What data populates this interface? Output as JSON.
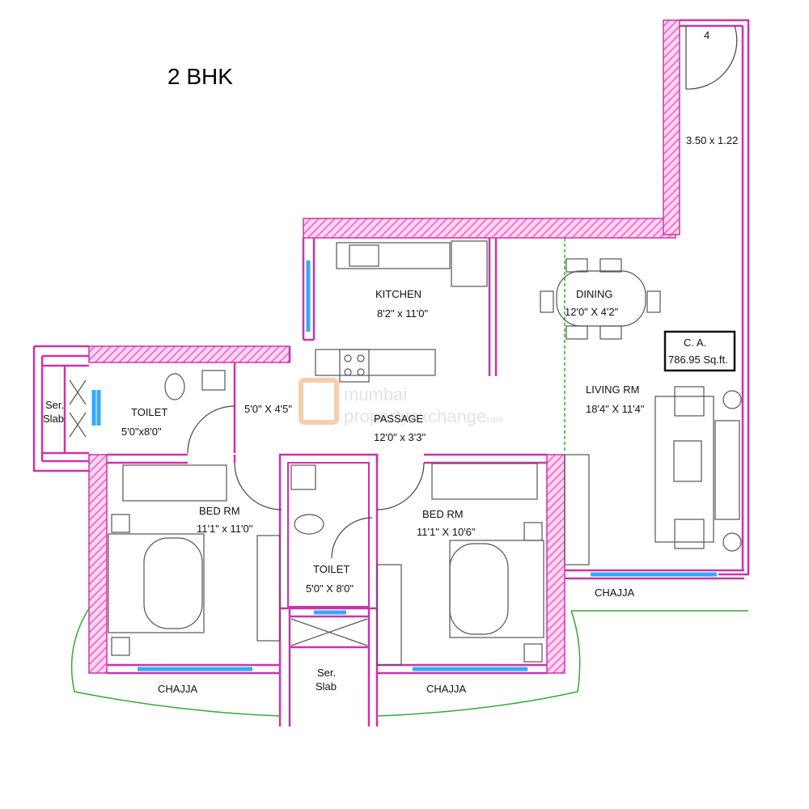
{
  "title": "2 BHK",
  "carpet_area": {
    "line1": "C. A.",
    "line2": "786.95 Sq.ft."
  },
  "rooms": {
    "kitchen": {
      "name": "KITCHEN",
      "size": "8'2\" x 11'0\""
    },
    "dining": {
      "name": "DINING",
      "size": "12'0\" X 4'2\""
    },
    "living": {
      "name": "LIVING RM",
      "size": "18'4\" X 11'4\""
    },
    "passage_size": "5'0\" X 4'5\"",
    "pantry": {
      "name": "PASSAGE",
      "size": "12'0\" x 3'3\""
    },
    "toilet_1": {
      "name": "TOILET",
      "size": "5'0\"x8'0\""
    },
    "toilet_2": {
      "name": "TOILET",
      "size": "5'0\" X 8'0\""
    },
    "bed_1": {
      "name": "BED RM",
      "size": "11'1\" x 11'0\""
    },
    "bed_2": {
      "name": "BED RM",
      "size": "11'1\" X 10'6\""
    },
    "ser_slab_1": {
      "line1": "Ser.",
      "line2": "Slab"
    },
    "ser_slab_2": {
      "line1": "Ser.",
      "line2": "Slab"
    },
    "balcony": {
      "number": "4",
      "size": "3.50 x 1.22"
    },
    "chajja_labels": [
      "CHAJJA",
      "CHAJJA",
      "CHAJJA"
    ]
  },
  "watermark": {
    "brand_top": "mumbai",
    "brand_bottom": "propertyexchange",
    "brand_suffix": ".com"
  },
  "colors": {
    "wall": "#cc33aa",
    "hatch": "#ff66cc",
    "window": "#33aaff",
    "chajja": "#33aa33",
    "furniture": "#555555"
  }
}
